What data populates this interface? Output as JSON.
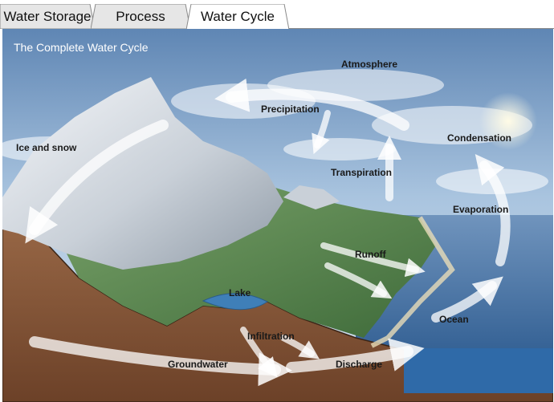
{
  "tabs": [
    {
      "label": "Water Storage",
      "active": false
    },
    {
      "label": "Process",
      "active": false
    },
    {
      "label": "Water Cycle",
      "active": true
    }
  ],
  "diagram": {
    "title": "The Complete Water Cycle",
    "labels": {
      "atmosphere": "Atmosphere",
      "precipitation": "Precipitation",
      "condensation": "Condensation",
      "ice_and_snow": "Ice and snow",
      "transpiration": "Transpiration",
      "evaporation": "Evaporation",
      "runoff": "Runoff",
      "lake": "Lake",
      "ocean": "Ocean",
      "infiltration": "Infiltration",
      "groundwater": "Groundwater",
      "discharge": "Discharge"
    }
  },
  "colors": {
    "sky": "#8fb3d6",
    "ocean": "#2e5f94",
    "soil": "#8a5a3c",
    "snow": "#eef2f6",
    "vegetation": "#5e8a4a"
  }
}
